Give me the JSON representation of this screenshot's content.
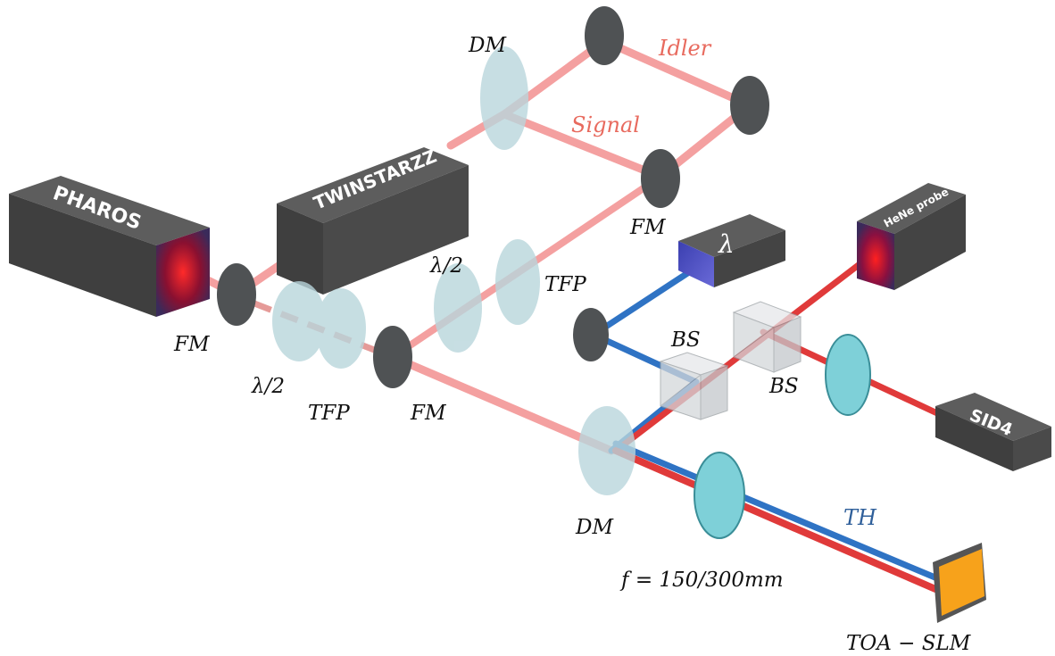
{
  "labels": {
    "pharos": "PHAROS",
    "twinstarzz": "TWINSTARZZ",
    "hene": "HeNe probe",
    "lambda_box": "λ",
    "sid4": "SID4",
    "dm_top": "DM",
    "idler": "Idler",
    "signal": "Signal",
    "fm_upper": "FM",
    "fm_left": "FM",
    "fm_mid": "FM",
    "half_wave_upper": "λ/2",
    "tfp_upper": "TFP",
    "half_wave_lower": "λ/2",
    "tfp_lower": "TFP",
    "bs_left": "BS",
    "bs_right": "BS",
    "dm_bottom": "DM",
    "th": "TH",
    "focal": "f = 150/300mm",
    "toa_slm": "TOA − SLM"
  },
  "colors": {
    "box": "#4a4a4a",
    "mirror": "#4f5254",
    "optic_pale": "#b9d6dc",
    "lens_cyan": "#7ed0d8",
    "beam_pink": "#f4a0a0",
    "beam_red": "#e03a3a",
    "beam_blue": "#2f73c4",
    "idler_text": "#e86a5e",
    "th_text": "#2f5f9a",
    "slm": "#f7a21b"
  }
}
